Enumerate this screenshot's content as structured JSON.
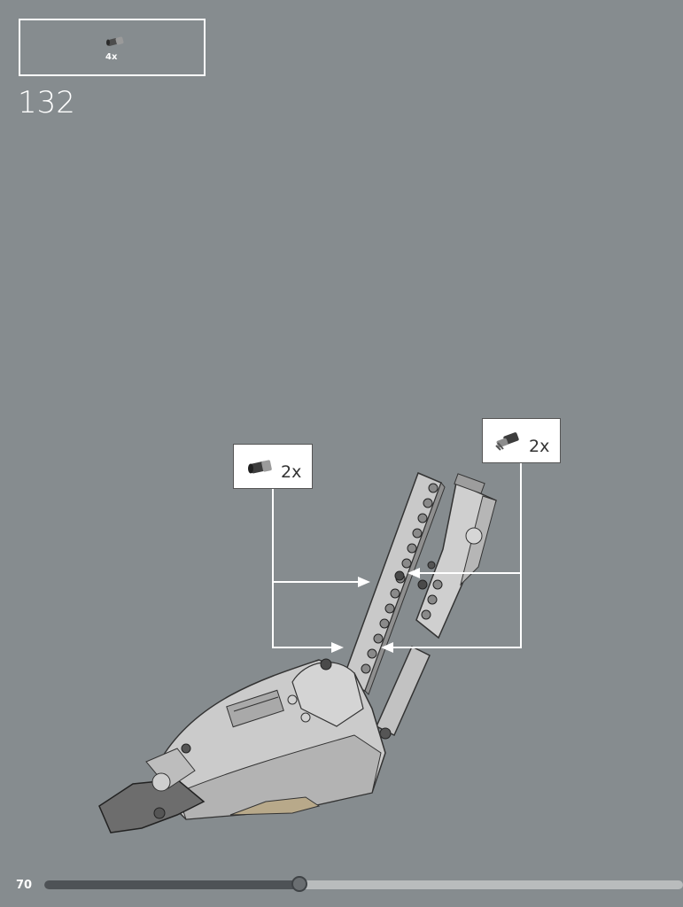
{
  "parts_list": {
    "quantity": "4x",
    "part_icon": "grey-axle-pin-icon"
  },
  "step": {
    "number": "132"
  },
  "callouts": {
    "left": {
      "quantity": "2x",
      "part_icon": "friction-pin-icon"
    },
    "right": {
      "quantity": "2x",
      "part_icon": "axle-pin-icon"
    }
  },
  "page": {
    "number": "70"
  },
  "progress": {
    "fraction": 0.4
  },
  "colors": {
    "background": "#868c8f",
    "arrow": "#ffffff",
    "model": "#c8c8c8"
  }
}
